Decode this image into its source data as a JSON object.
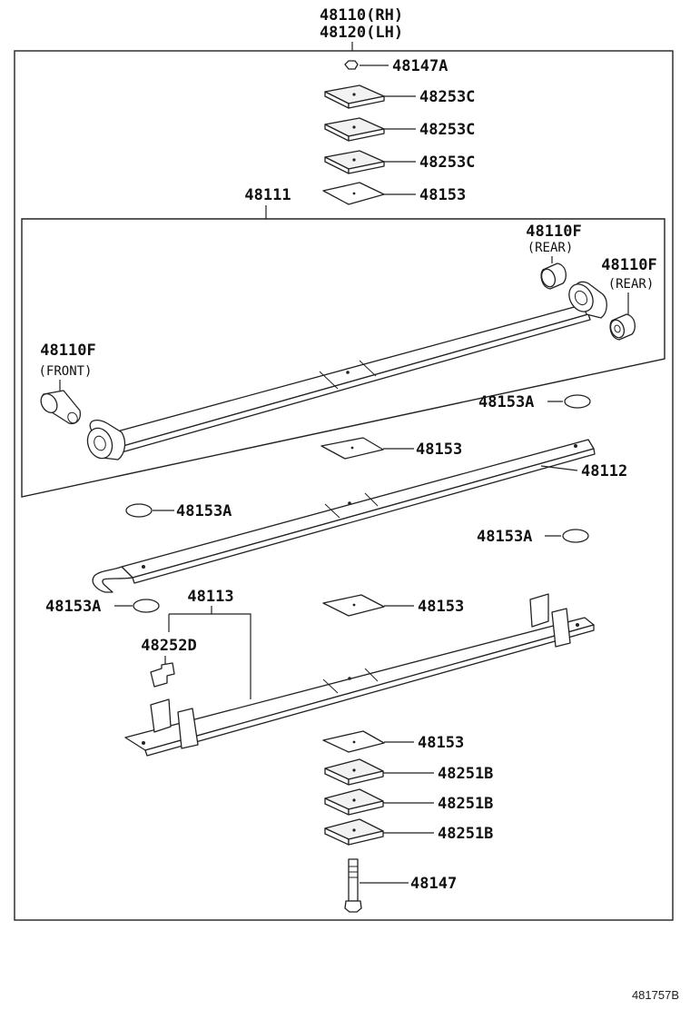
{
  "assembly": {
    "rh": "48110(RH)",
    "lh": "48120(LH)"
  },
  "labels": {
    "nut": "48147A",
    "spacer_1": "48253C",
    "spacer_2": "48253C",
    "spacer_3": "48253C",
    "insert_top": "48153",
    "main_leaf": "48111",
    "bushing_rear_1": "48110F",
    "bushing_rear_1_note": "(REAR)",
    "bushing_rear_2": "48110F",
    "bushing_rear_2_note": "(REAR)",
    "bushing_front": "48110F",
    "bushing_front_note": "(FRONT)",
    "silencer_1": "48153A",
    "insert_2": "48153",
    "leaf_2": "48112",
    "silencer_2": "48153A",
    "silencer_3": "48153A",
    "silencer_4": "48153A",
    "leaf_3": "48113",
    "insert_3": "48153",
    "clip": "48252D",
    "insert_4": "48153",
    "spacer_b1": "48251B",
    "spacer_b2": "48251B",
    "spacer_b3": "48251B",
    "center_bolt": "48147"
  },
  "figure_ref": "481757B"
}
